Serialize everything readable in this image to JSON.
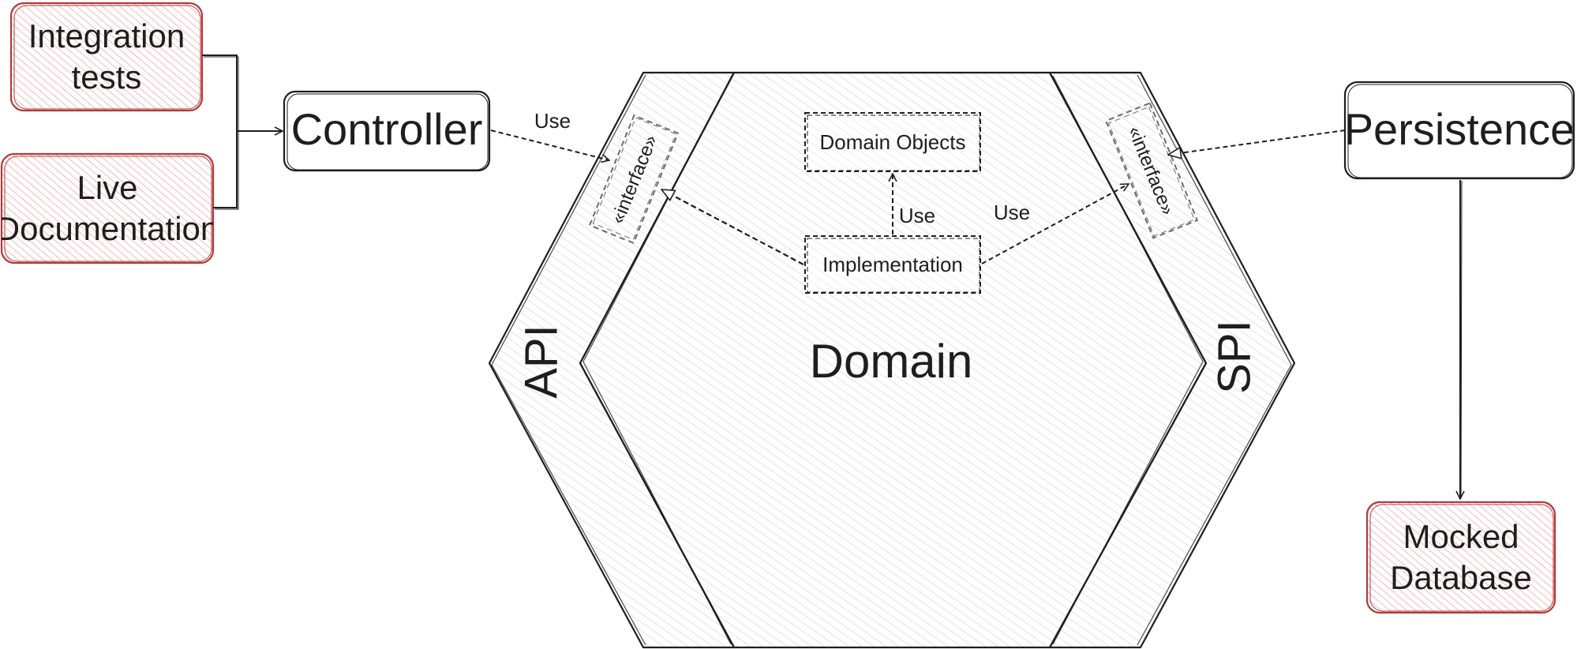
{
  "colors": {
    "ink": "#1e1e1e",
    "hatch": "#cfcfcf",
    "test_box_stroke": "#b23b3b",
    "test_box_hatch": "#f0a7a7",
    "interface_stroke": "#6b6b6b"
  },
  "boxes": {
    "integration_tests": "Integration tests",
    "live_documentation": "Live Documentation",
    "controller": "Controller",
    "persistence": "Persistence",
    "mocked_database": "Mocked Database"
  },
  "hexagon": {
    "api_label": "API",
    "domain_label": "Domain",
    "spi_label": "SPI"
  },
  "domain_inner": {
    "domain_objects": "Domain Objects",
    "implementation": "Implementation"
  },
  "interfaces": {
    "api_interface": "«interface»",
    "spi_interface": "«interface»"
  },
  "arrows": {
    "controller_to_api": "Use",
    "implementation_to_domain_objects": "Use",
    "implementation_to_spi": "Use"
  }
}
